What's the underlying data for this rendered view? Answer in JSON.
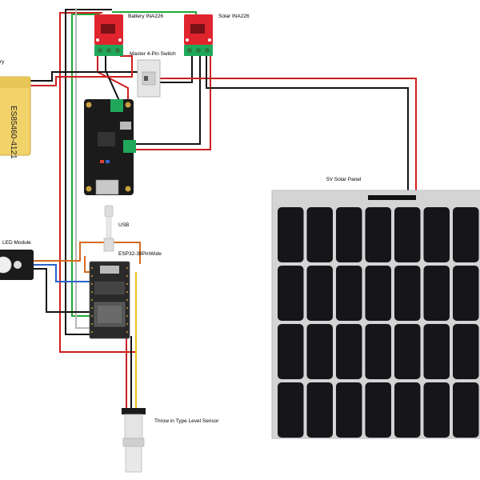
{
  "labels": {
    "battery_ina": "Battery INA226",
    "solar_ina": "Solar INA226",
    "switch": "Master 4-Pin Switch",
    "battery": "ry",
    "battery_text": "ES85460-4121",
    "solar_panel": "5V Solar Panel",
    "led_module": "LED Module",
    "usb": "USB",
    "esp32": "ESP32-38PinWide",
    "sensor": "Throw in Type Level Sensor"
  },
  "colors": {
    "wire_red": "#cc1f1f",
    "wire_black": "#111111",
    "wire_green": "#1fa83a",
    "wire_blue": "#2a62c9",
    "wire_orange": "#d66a1c",
    "wire_yellow": "#e8c21a",
    "ina_board": "#e0242e",
    "terminal": "#1fa85a",
    "charger_board": "#1b1b1b",
    "esp_board": "#2a2a2a",
    "panel_frame": "#d4d4d4",
    "panel_cell": "#15151a",
    "battery_body": "#f2d36a"
  }
}
